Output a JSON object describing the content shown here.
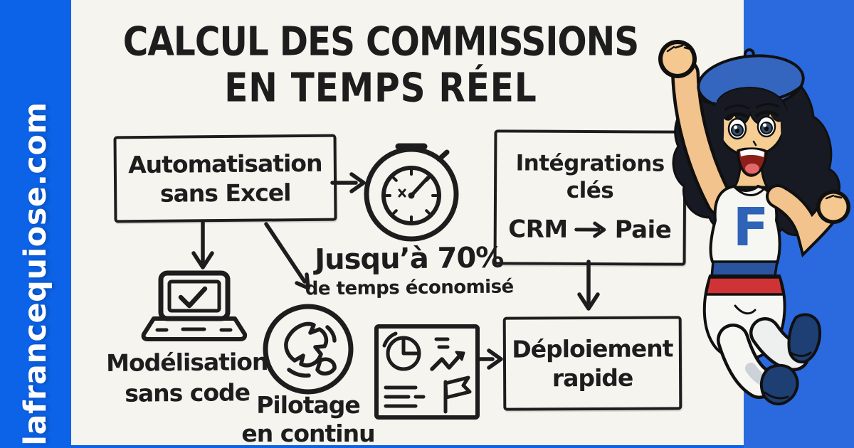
{
  "colors": {
    "left_panel_blue": "#0c63e8",
    "right_panel_blue": "#2b6ade",
    "paper": "#f5f4ef",
    "ink": "#1d1d1d",
    "character_blue": "#2e63b8",
    "belt_red": "#d03336",
    "boot_navy": "#1d3f73"
  },
  "sidebar": {
    "domain": "lafrancequiose.com"
  },
  "title": {
    "line1": "CALCUL DES COMMISSIONS",
    "line2": "EN TEMPS RÉEL"
  },
  "flowchart": {
    "automation_box": {
      "line1": "Automatisation",
      "line2": "sans Excel"
    },
    "time_saving": {
      "headline": "Jusqu’à 70%",
      "subline": "de temps économisé"
    },
    "integrations_box": {
      "line1": "Intégrations",
      "line2": "clés",
      "from": "CRM",
      "to": "Paie"
    },
    "modeling_caption": {
      "line1": "Modélisation",
      "line2": "sans code"
    },
    "monitoring_caption": {
      "line1": "Pilotage",
      "line2": "en continu"
    },
    "deployment_box": {
      "line1": "Déploiement",
      "line2": "rapide"
    }
  },
  "character": {
    "shirt_letter": "F"
  },
  "icons": {
    "stopwatch": "stopwatch-icon",
    "laptop_check": "laptop-check-icon",
    "globe": "globe-icon",
    "report_chart": "report-chart-icon",
    "crm_to_paie": "arrow-right-icon"
  }
}
